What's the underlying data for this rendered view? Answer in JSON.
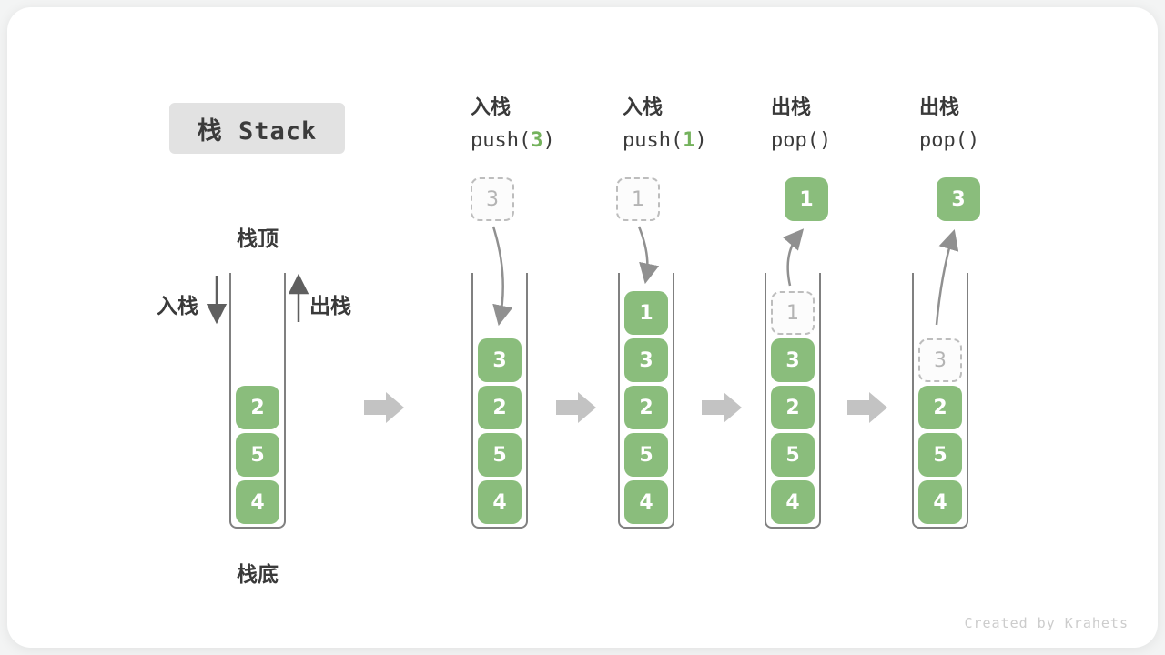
{
  "title": "栈 Stack",
  "side_labels": {
    "stack_top": "栈顶",
    "stack_bottom": "栈底",
    "push": "入栈",
    "pop": "出栈"
  },
  "columns": [
    {
      "name": "initial-stack",
      "cells": [
        {
          "v": "2"
        },
        {
          "v": "5"
        },
        {
          "v": "4"
        }
      ]
    },
    {
      "name": "push-3",
      "header": {
        "zh": "入栈",
        "prefix": "push(",
        "arg": "3",
        "suffix": ")"
      },
      "floating": {
        "v": "3"
      },
      "cells": [
        {
          "v": "3"
        },
        {
          "v": "2"
        },
        {
          "v": "5"
        },
        {
          "v": "4"
        }
      ]
    },
    {
      "name": "push-1",
      "header": {
        "zh": "入栈",
        "prefix": "push(",
        "arg": "1",
        "suffix": ")"
      },
      "floating": {
        "v": "1"
      },
      "cells": [
        {
          "v": "1"
        },
        {
          "v": "3"
        },
        {
          "v": "2"
        },
        {
          "v": "5"
        },
        {
          "v": "4"
        }
      ]
    },
    {
      "name": "pop-first",
      "header": {
        "zh": "出栈",
        "prefix": "pop()",
        "arg": "",
        "suffix": ""
      },
      "floating": {
        "v": "1"
      },
      "cells": [
        {
          "v": "1"
        },
        {
          "v": "3"
        },
        {
          "v": "2"
        },
        {
          "v": "5"
        },
        {
          "v": "4"
        }
      ]
    },
    {
      "name": "pop-second",
      "header": {
        "zh": "出栈",
        "prefix": "pop()",
        "arg": "",
        "suffix": ""
      },
      "floating": {
        "v": "3"
      },
      "cells": [
        {
          "v": "3"
        },
        {
          "v": "2"
        },
        {
          "v": "5"
        },
        {
          "v": "4"
        }
      ]
    }
  ],
  "watermark": "Created by Krahets",
  "colors": {
    "cell_green": "#8abd7c",
    "arg_green": "#74b25c",
    "dashed_gray": "#bdbdbd",
    "frame_gray": "#808080",
    "curved_arrow_gray": "#909090",
    "small_arrow_gray": "#5f5f5f",
    "block_arrow_gray": "#c3c3c3",
    "title_bg": "#e2e2e2",
    "text_dark": "#3a3a3a",
    "watermark_gray": "#cccccc"
  }
}
